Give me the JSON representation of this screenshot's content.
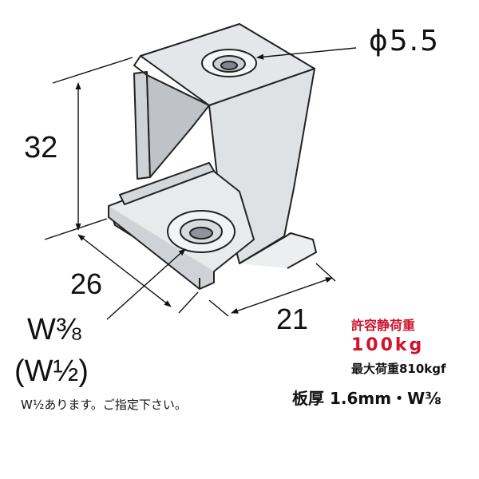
{
  "diagram": {
    "hole_label": "ϕ5.5",
    "dim_height": "32",
    "dim_depth": "26",
    "dim_width": "21",
    "thread_main": "W⅜",
    "thread_alt": "(W½)",
    "note": "W½あります。ご指定下さい。",
    "load_label": "許容静荷重",
    "load_value": "100kg",
    "max_load": "最大荷重810kgf",
    "plate_spec": "板厚 1.6mm・W⅜"
  },
  "colors": {
    "accent": "#d0122b",
    "text": "#111111"
  },
  "icons": [
    "bracket-illustration"
  ]
}
